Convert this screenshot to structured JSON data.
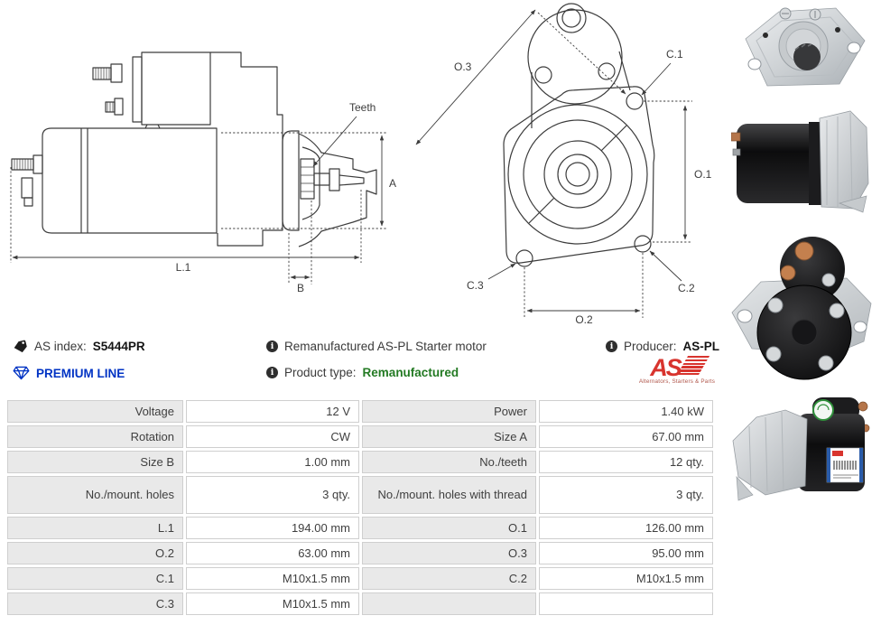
{
  "drawing_side": {
    "teeth": "Teeth",
    "a": "A",
    "l1": "L.1",
    "b": "B"
  },
  "drawing_front": {
    "o3": "O.3",
    "c1": "C.1",
    "o1": "O.1",
    "c2": "C.2",
    "c3": "C.3",
    "o2": "O.2"
  },
  "icons": {
    "info": "i"
  },
  "header": {
    "as_index_label": "AS index:",
    "as_index_value": "S5444PR",
    "premium_line": "PREMIUM LINE",
    "description": "Remanufactured AS-PL Starter motor",
    "producer_label": "Producer:",
    "producer_value": "AS-PL",
    "product_type_label": "Product type:",
    "product_type_value": "Remanufactured",
    "logo_text": "AS",
    "logo_tagline": "Alternators, Starters & Parts"
  },
  "colors": {
    "premium_blue": "#0033c4",
    "type_green": "#237a23",
    "logo_red": "#d8342e",
    "drawing_line": "#3c3c3c",
    "table_label_bg": "#e9e9e9",
    "table_border": "#cfcfcf"
  },
  "spec": {
    "g1": [
      {
        "l": "Voltage",
        "v": "12 V",
        "l2": "Power",
        "v2": "1.40 kW"
      },
      {
        "l": "Rotation",
        "v": "CW",
        "l2": "Size A",
        "v2": "67.00 mm"
      },
      {
        "l": "Size B",
        "v": "1.00 mm",
        "l2": "No./teeth",
        "v2": "12 qty."
      },
      {
        "l": "No./mount. holes",
        "v": "3 qty.",
        "l2": "No./mount. holes with thread",
        "v2": "3 qty."
      }
    ],
    "g2": [
      {
        "l": "L.1",
        "v": "194.00 mm",
        "l2": "O.1",
        "v2": "126.00 mm"
      },
      {
        "l": "O.2",
        "v": "63.00 mm",
        "l2": "O.3",
        "v2": "95.00 mm"
      },
      {
        "l": "C.1",
        "v": "M10x1.5 mm",
        "l2": "C.2",
        "v2": "M10x1.5 mm"
      },
      {
        "l": "C.3",
        "v": "M10x1.5 mm",
        "l2": "",
        "v2": ""
      }
    ]
  },
  "photos": [
    {
      "name": "front flange view"
    },
    {
      "name": "side view"
    },
    {
      "name": "rear view"
    },
    {
      "name": "angled view with label"
    }
  ]
}
